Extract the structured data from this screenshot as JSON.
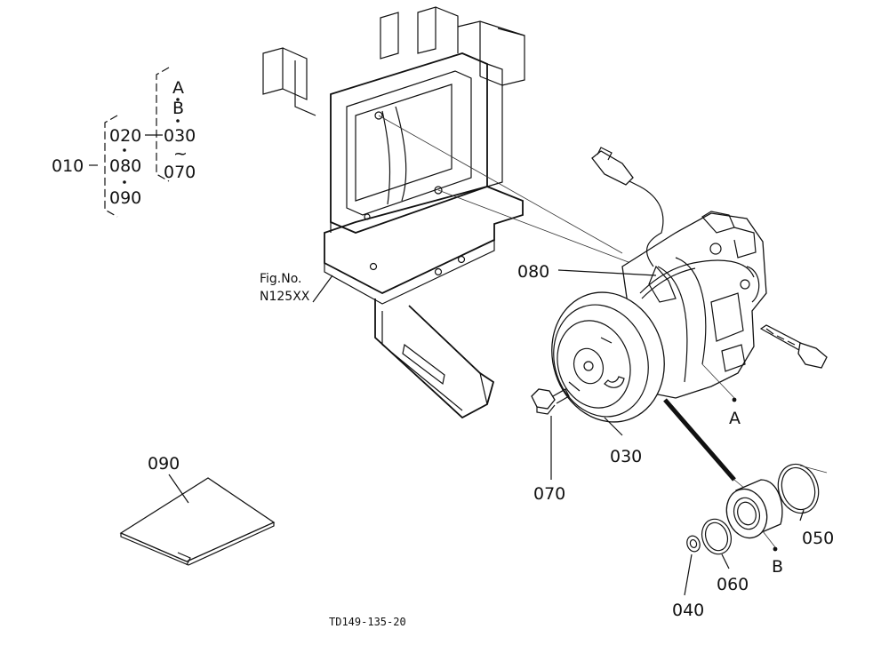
{
  "diagram": {
    "figure_code": "TD149-135-20",
    "fig_ref": {
      "line1": "Fig.No.",
      "line2": "N125XX"
    },
    "tree": {
      "root": "010",
      "level1": [
        "020",
        "080",
        "090"
      ],
      "level2": [
        "A",
        "B",
        "030",
        "~",
        "070"
      ]
    },
    "callouts": {
      "p030": "030",
      "p040": "040",
      "p050": "050",
      "p060": "060",
      "p070": "070",
      "p080": "080",
      "p090": "090",
      "pointA": "A",
      "pointB": "B"
    }
  }
}
